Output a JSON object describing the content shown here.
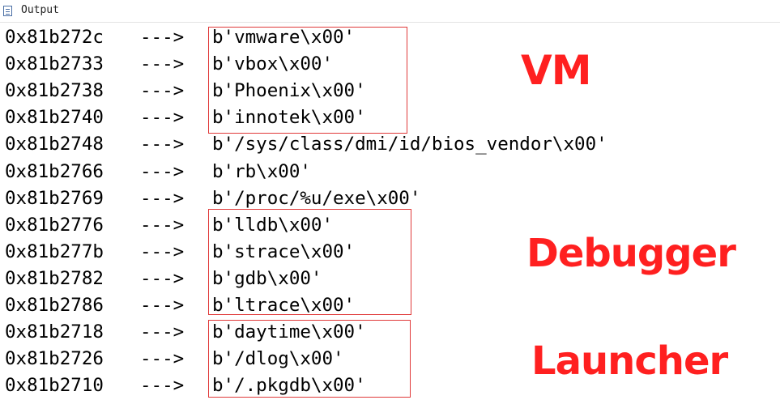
{
  "panel": {
    "title": "Output",
    "icon": "output-panel-icon"
  },
  "arrow": "--->",
  "rows": [
    {
      "addr": "0x81b272c",
      "value": "b'vmware\\x00'"
    },
    {
      "addr": "0x81b2733",
      "value": "b'vbox\\x00'"
    },
    {
      "addr": "0x81b2738",
      "value": "b'Phoenix\\x00'"
    },
    {
      "addr": "0x81b2740",
      "value": "b'innotek\\x00'"
    },
    {
      "addr": "0x81b2748",
      "value": "b'/sys/class/dmi/id/bios_vendor\\x00'"
    },
    {
      "addr": "0x81b2766",
      "value": "b'rb\\x00'"
    },
    {
      "addr": "0x81b2769",
      "value": "b'/proc/%u/exe\\x00'"
    },
    {
      "addr": "0x81b2776",
      "value": "b'lldb\\x00'"
    },
    {
      "addr": "0x81b277b",
      "value": "b'strace\\x00'"
    },
    {
      "addr": "0x81b2782",
      "value": "b'gdb\\x00'"
    },
    {
      "addr": "0x81b2786",
      "value": "b'ltrace\\x00'"
    },
    {
      "addr": "0x81b2718",
      "value": "b'daytime\\x00'"
    },
    {
      "addr": "0x81b2726",
      "value": "b'/dlog\\x00'"
    },
    {
      "addr": "0x81b2710",
      "value": "b'/.pkgdb\\x00'"
    }
  ],
  "annotations": {
    "vm": "VM",
    "debugger": "Debugger",
    "launcher": "Launcher",
    "color": "#ff2020",
    "box_color": "#e03a3a"
  }
}
